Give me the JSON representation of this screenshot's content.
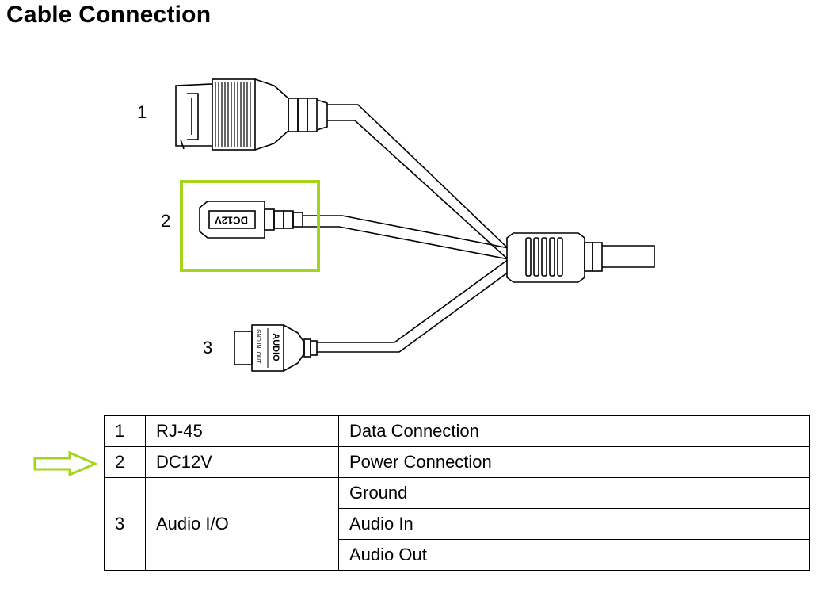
{
  "title": "Cable Connection",
  "colors": {
    "highlight": "#a6d31c",
    "line": "#000000",
    "background": "#ffffff"
  },
  "diagram": {
    "labels": [
      "1",
      "2",
      "3"
    ],
    "dc_jack_text": "DC12V",
    "audio_text": "AUDIO",
    "audio_pin_labels": [
      "GND",
      "IN",
      "OUT"
    ]
  },
  "table": {
    "rows": [
      {
        "no": "1",
        "name": "RJ-45",
        "functions": [
          "Data Connection"
        ]
      },
      {
        "no": "2",
        "name": "DC12V",
        "functions": [
          "Power Connection"
        ]
      },
      {
        "no": "3",
        "name": "Audio I/O",
        "functions": [
          "Ground",
          "Audio In",
          "Audio Out"
        ]
      }
    ]
  }
}
